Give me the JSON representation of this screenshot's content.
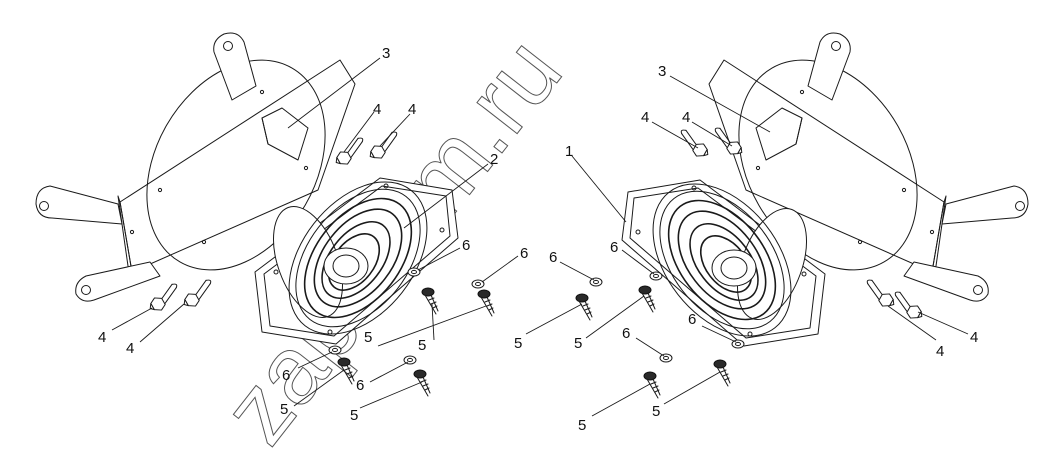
{
  "diagram": {
    "callouts": {
      "c1": "1",
      "c2": "2",
      "c3": "3",
      "c4": "4",
      "c5": "5",
      "c6": "6"
    },
    "watermark": "zap-kam.ru"
  }
}
